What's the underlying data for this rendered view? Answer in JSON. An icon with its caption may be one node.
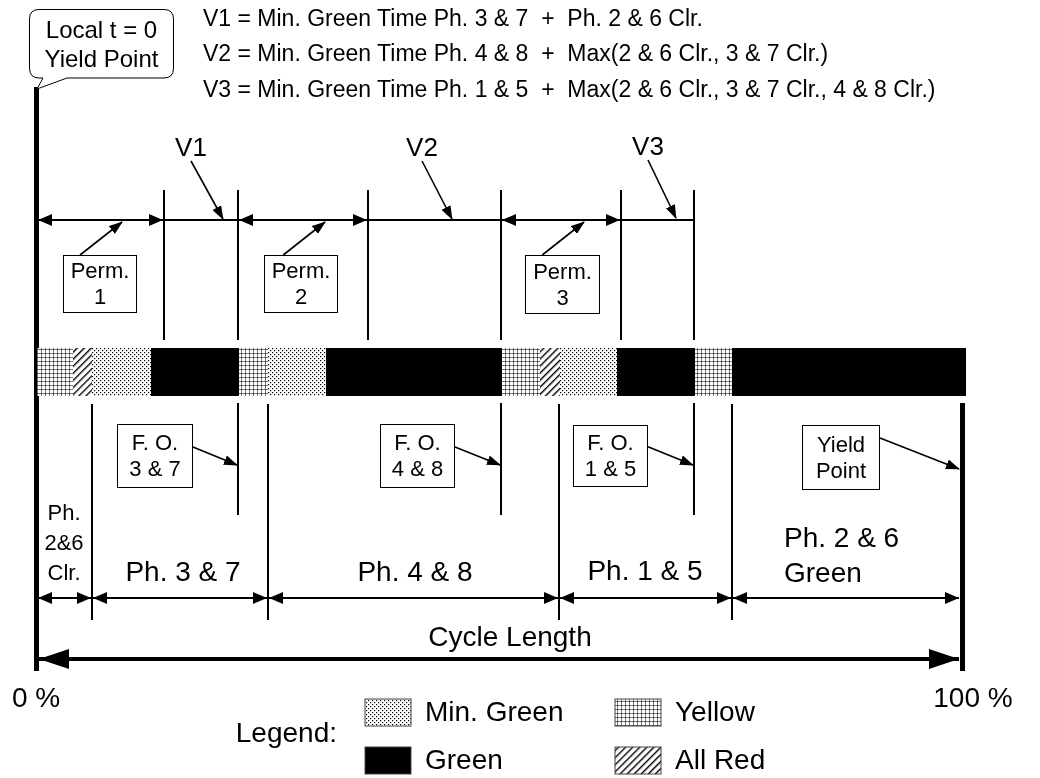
{
  "diagram": {
    "nodes": [
      {
        "text": [
          "Local t = 0 Yield Point"
        ]
      },
      {
        "text": [
          "V1"
        ]
      },
      {
        "text": [
          "V2"
        ]
      },
      {
        "text": [
          "V3"
        ]
      },
      {
        "text": [
          "Perm. 1"
        ]
      },
      {
        "text": [
          "Perm. 2"
        ]
      },
      {
        "text": [
          "Perm. 3"
        ]
      },
      {
        "text": [
          "F. O. 3 & 7"
        ]
      },
      {
        "text": [
          "F. O. 4 & 8"
        ]
      },
      {
        "text": [
          "F. O. 1 & 5"
        ]
      },
      {
        "text": [
          "Yield Point"
        ]
      }
    ],
    "edges": [
      {
        "from": 1,
        "to": null,
        "arrow": "to"
      },
      {
        "from": 2,
        "to": null,
        "arrow": "to"
      },
      {
        "from": 3,
        "to": null,
        "arrow": "to"
      },
      {
        "from": 4,
        "to": null,
        "arrow": "to"
      },
      {
        "from": 5,
        "to": null,
        "arrow": "to"
      },
      {
        "from": 6,
        "to": null,
        "arrow": "to"
      },
      {
        "from": 7,
        "to": null,
        "arrow": "to"
      },
      {
        "from": 8,
        "to": null,
        "arrow": "to"
      },
      {
        "from": 9,
        "to": null,
        "arrow": "to"
      },
      {
        "from": 10,
        "to": null,
        "arrow": "to"
      }
    ],
    "labels": [
      "V1 = Min. Green Time Ph. 3 & 7  +  Ph. 2 & 6 Clr.",
      "V2 = Min. Green Time Ph. 4 & 8  +  Max(2 & 6 Clr., 3 & 7 Clr.)",
      "V3 = Min. Green Time Ph. 1 & 5  +  Max(2 & 6 Clr., 3 & 7 Clr., 4 & 8 Clr.)",
      "Ph. 2&6 Clr.",
      "Ph. 3 & 7",
      "Ph. 4 & 8",
      "Ph. 1 & 5",
      "Ph. 2 & 6 Green",
      "Cycle Length",
      "0 %",
      "100 %",
      "Legend:"
    ],
    "legend": [
      {
        "text": "Min. Green"
      },
      {
        "text": "Yellow"
      },
      {
        "text": "Green"
      },
      {
        "text": "All Red"
      }
    ]
  }
}
